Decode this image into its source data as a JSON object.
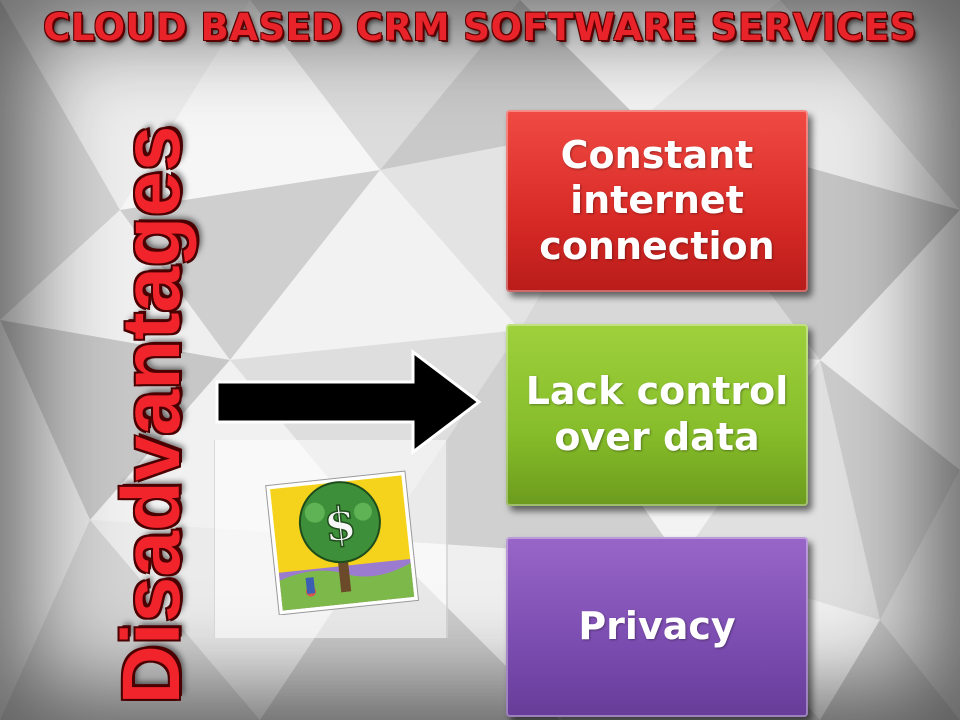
{
  "slide": {
    "title": "CLOUD BASED CRM SOFTWARE SERVICES",
    "side_word": "Disadvantages",
    "boxes": [
      {
        "label": "Constant internet connection",
        "color": "#d82a26"
      },
      {
        "label": "Lack control over data",
        "color": "#86bd2a"
      },
      {
        "label": "Privacy",
        "color": "#7b4cb0"
      }
    ],
    "title_color": "#e8232a",
    "illustration": "money-tree-icon",
    "arrow_icon": "arrow-right-icon"
  }
}
